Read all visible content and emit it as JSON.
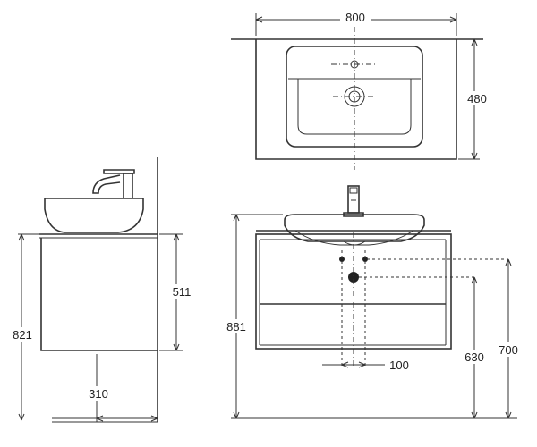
{
  "dimensions": {
    "top_width": "800",
    "top_depth": "480",
    "side_height_total": "821",
    "side_cabinet_height": "511",
    "side_depth": "310",
    "front_height_total": "881",
    "front_drain_spacing": "100",
    "front_drain_height": "630",
    "front_supply_height": "700"
  },
  "colors": {
    "line": "#333333",
    "background": "#ffffff"
  }
}
